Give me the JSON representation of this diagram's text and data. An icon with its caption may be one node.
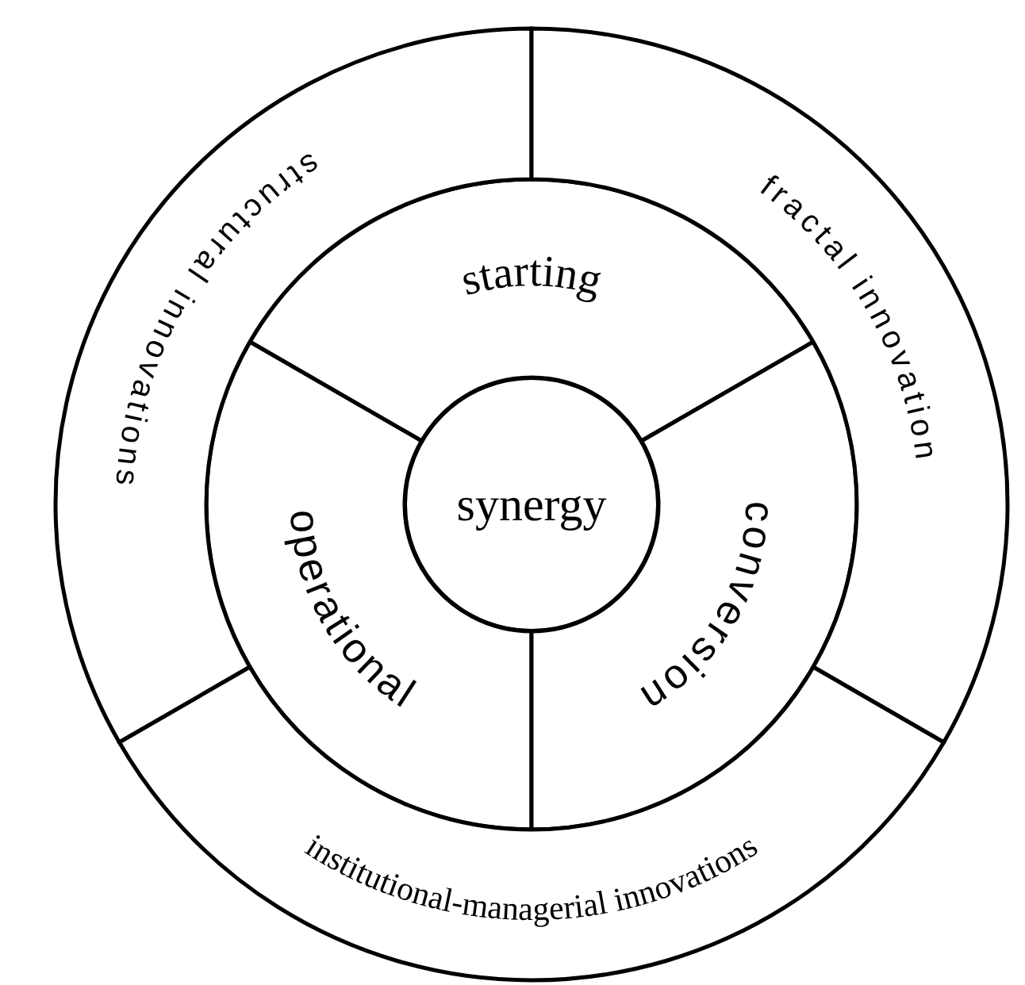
{
  "diagram": {
    "nodes": [
      {
        "text": [
          "synergy"
        ]
      },
      {
        "text": [
          "starting"
        ]
      },
      {
        "text": [
          "operational"
        ]
      },
      {
        "text": [
          "conversion"
        ]
      },
      {
        "text": [
          "structural innovations"
        ]
      },
      {
        "text": [
          "fractal innovation"
        ]
      },
      {
        "text": [
          "institutional-managerial innovations"
        ]
      }
    ]
  }
}
